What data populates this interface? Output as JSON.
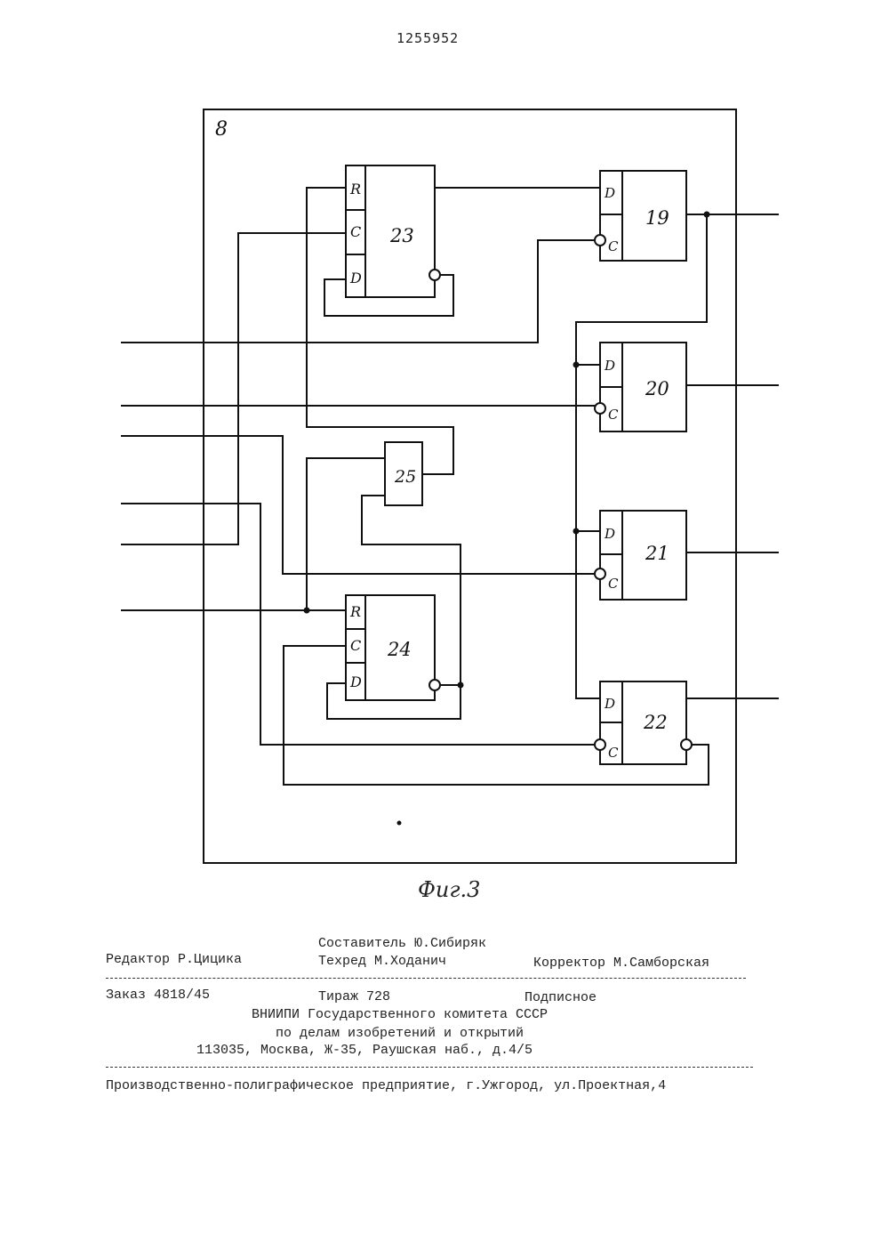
{
  "patent_number": "1255952",
  "figure": {
    "block_label": "8",
    "caption": "Фиг.3",
    "blocks": {
      "b23": {
        "number": "23",
        "r": "R",
        "c": "C",
        "d": "D"
      },
      "b24": {
        "number": "24",
        "r": "R",
        "c": "C",
        "d": "D"
      },
      "b25": {
        "number": "25"
      },
      "b19": {
        "number": "19",
        "d": "D",
        "c": "C"
      },
      "b20": {
        "number": "20",
        "d": "D",
        "c": "C"
      },
      "b21": {
        "number": "21",
        "d": "D",
        "c": "C"
      },
      "b22": {
        "number": "22",
        "d": "D",
        "c": "C"
      }
    }
  },
  "credits": {
    "composer": "Составитель Ю.Сибиряк",
    "editor": "Редактор Р.Цицика",
    "techred": "Техред М.Ходанич",
    "corrector": "Корректор М.Самборская",
    "order": "Заказ 4818/45",
    "circulation": "Тираж 728",
    "subscription": "Подписное",
    "org_line1": "ВНИИПИ Государственного комитета СССР",
    "org_line2": "по делам изобретений и открытий",
    "org_address": "113035, Москва, Ж-35, Раушская наб., д.4/5",
    "printer": "Производственно-полиграфическое предприятие, г.Ужгород, ул.Проектная,4"
  }
}
